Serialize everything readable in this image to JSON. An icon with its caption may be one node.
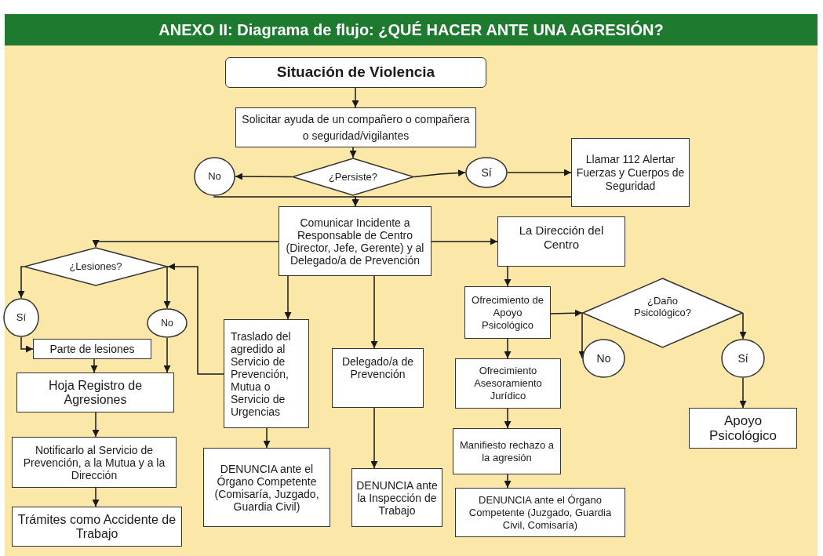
{
  "diagram": {
    "title": "ANEXO II: Diagrama de flujo: ¿QUÉ HACER ANTE UNA AGRESIÓN?",
    "nodes": [
      {
        "text": [
          "Situación de Violencia"
        ]
      },
      {
        "text": [
          "Solicitar ayuda de un compañero o compañera o seguridad/vigilantes"
        ]
      },
      {
        "text": [
          "¿Persiste?"
        ]
      },
      {
        "text": [
          "No"
        ]
      },
      {
        "text": [
          "Sí"
        ]
      },
      {
        "text": [
          "Llamar 112 Alertar Fuerzas y Cuerpos de Seguridad"
        ]
      },
      {
        "text": [
          "Comunicar Incidente a Responsable de Centro (Director, Jefe, Gerente) y al Delegado/a de Prevención"
        ]
      },
      {
        "text": [
          "La Dirección del Centro"
        ]
      },
      {
        "text": [
          "¿Lesiones?"
        ]
      },
      {
        "text": [
          "Sí"
        ]
      },
      {
        "text": [
          "No"
        ]
      },
      {
        "text": [
          "Parte de lesiones"
        ]
      },
      {
        "text": [
          "Hoja Registro de Agresiones"
        ]
      },
      {
        "text": [
          "Notificarlo al Servicio de Prevención, a la Mutua y a la Dirección"
        ]
      },
      {
        "text": [
          "Trámites como Accidente de Trabajo"
        ]
      },
      {
        "text": [
          "Traslado del agredido al Servicio de Prevención, Mutua o Servicio de Urgencias"
        ]
      },
      {
        "text": [
          "DENUNCIA ante el Órgano Competente (Comisaría, Juzgado, Guardia Civil)"
        ]
      },
      {
        "text": [
          "Delegado/a de Prevención"
        ]
      },
      {
        "text": [
          "DENUNCIA ante la Inspección de Trabajo"
        ]
      },
      {
        "text": [
          "Ofrecimiento de Apoyo Psicológico"
        ]
      },
      {
        "text": [
          "¿Daño Psicológico?"
        ]
      },
      {
        "text": [
          "No"
        ]
      },
      {
        "text": [
          "Sí"
        ]
      },
      {
        "text": [
          "Apoyo Psicológico"
        ]
      },
      {
        "text": [
          "Ofrecimiento Asesoramiento Jurídico"
        ]
      },
      {
        "text": [
          "Manifiesto rechazo a la agresión"
        ]
      },
      {
        "text": [
          "DENUNCIA ante el Órgano Competente (Juzgado, Guardia Civil, Comisaría)"
        ]
      }
    ],
    "edges": [
      {
        "from": 0,
        "to": 1,
        "arrow": "to"
      },
      {
        "from": 1,
        "to": 2,
        "arrow": "to"
      },
      {
        "from": 2,
        "to": 3,
        "arrow": "to"
      },
      {
        "from": 2,
        "to": 4,
        "arrow": "to"
      },
      {
        "from": 4,
        "to": 5,
        "arrow": "to"
      },
      {
        "from": 3,
        "to": 6,
        "arrow": "to"
      },
      {
        "from": 5,
        "to": 6,
        "arrow": "to"
      },
      {
        "from": 6,
        "to": 8,
        "arrow": "to"
      },
      {
        "from": 6,
        "to": 7,
        "arrow": "to"
      },
      {
        "from": 6,
        "to": 15,
        "arrow": "to"
      },
      {
        "from": 6,
        "to": 17,
        "arrow": "to"
      },
      {
        "from": 8,
        "to": 9,
        "arrow": "to"
      },
      {
        "from": 8,
        "to": 10,
        "arrow": "to"
      },
      {
        "from": 15,
        "to": 8,
        "arrow": "to"
      },
      {
        "from": 9,
        "to": 11,
        "arrow": "to"
      },
      {
        "from": 10,
        "to": 12,
        "arrow": "to"
      },
      {
        "from": 11,
        "to": 12,
        "arrow": "to"
      },
      {
        "from": 12,
        "to": 13,
        "arrow": "to"
      },
      {
        "from": 13,
        "to": 14,
        "arrow": "to"
      },
      {
        "from": 15,
        "to": 16,
        "arrow": "to"
      },
      {
        "from": 17,
        "to": 18,
        "arrow": "to"
      },
      {
        "from": 7,
        "to": 19,
        "arrow": "to"
      },
      {
        "from": 19,
        "to": 20,
        "arrow": "to"
      },
      {
        "from": 20,
        "to": 21,
        "arrow": "to"
      },
      {
        "from": 20,
        "to": 22,
        "arrow": "to"
      },
      {
        "from": 22,
        "to": 23,
        "arrow": "to"
      },
      {
        "from": 19,
        "to": 24,
        "arrow": "to"
      },
      {
        "from": 24,
        "to": 25,
        "arrow": "to"
      },
      {
        "from": 25,
        "to": 26,
        "arrow": "to"
      }
    ]
  }
}
